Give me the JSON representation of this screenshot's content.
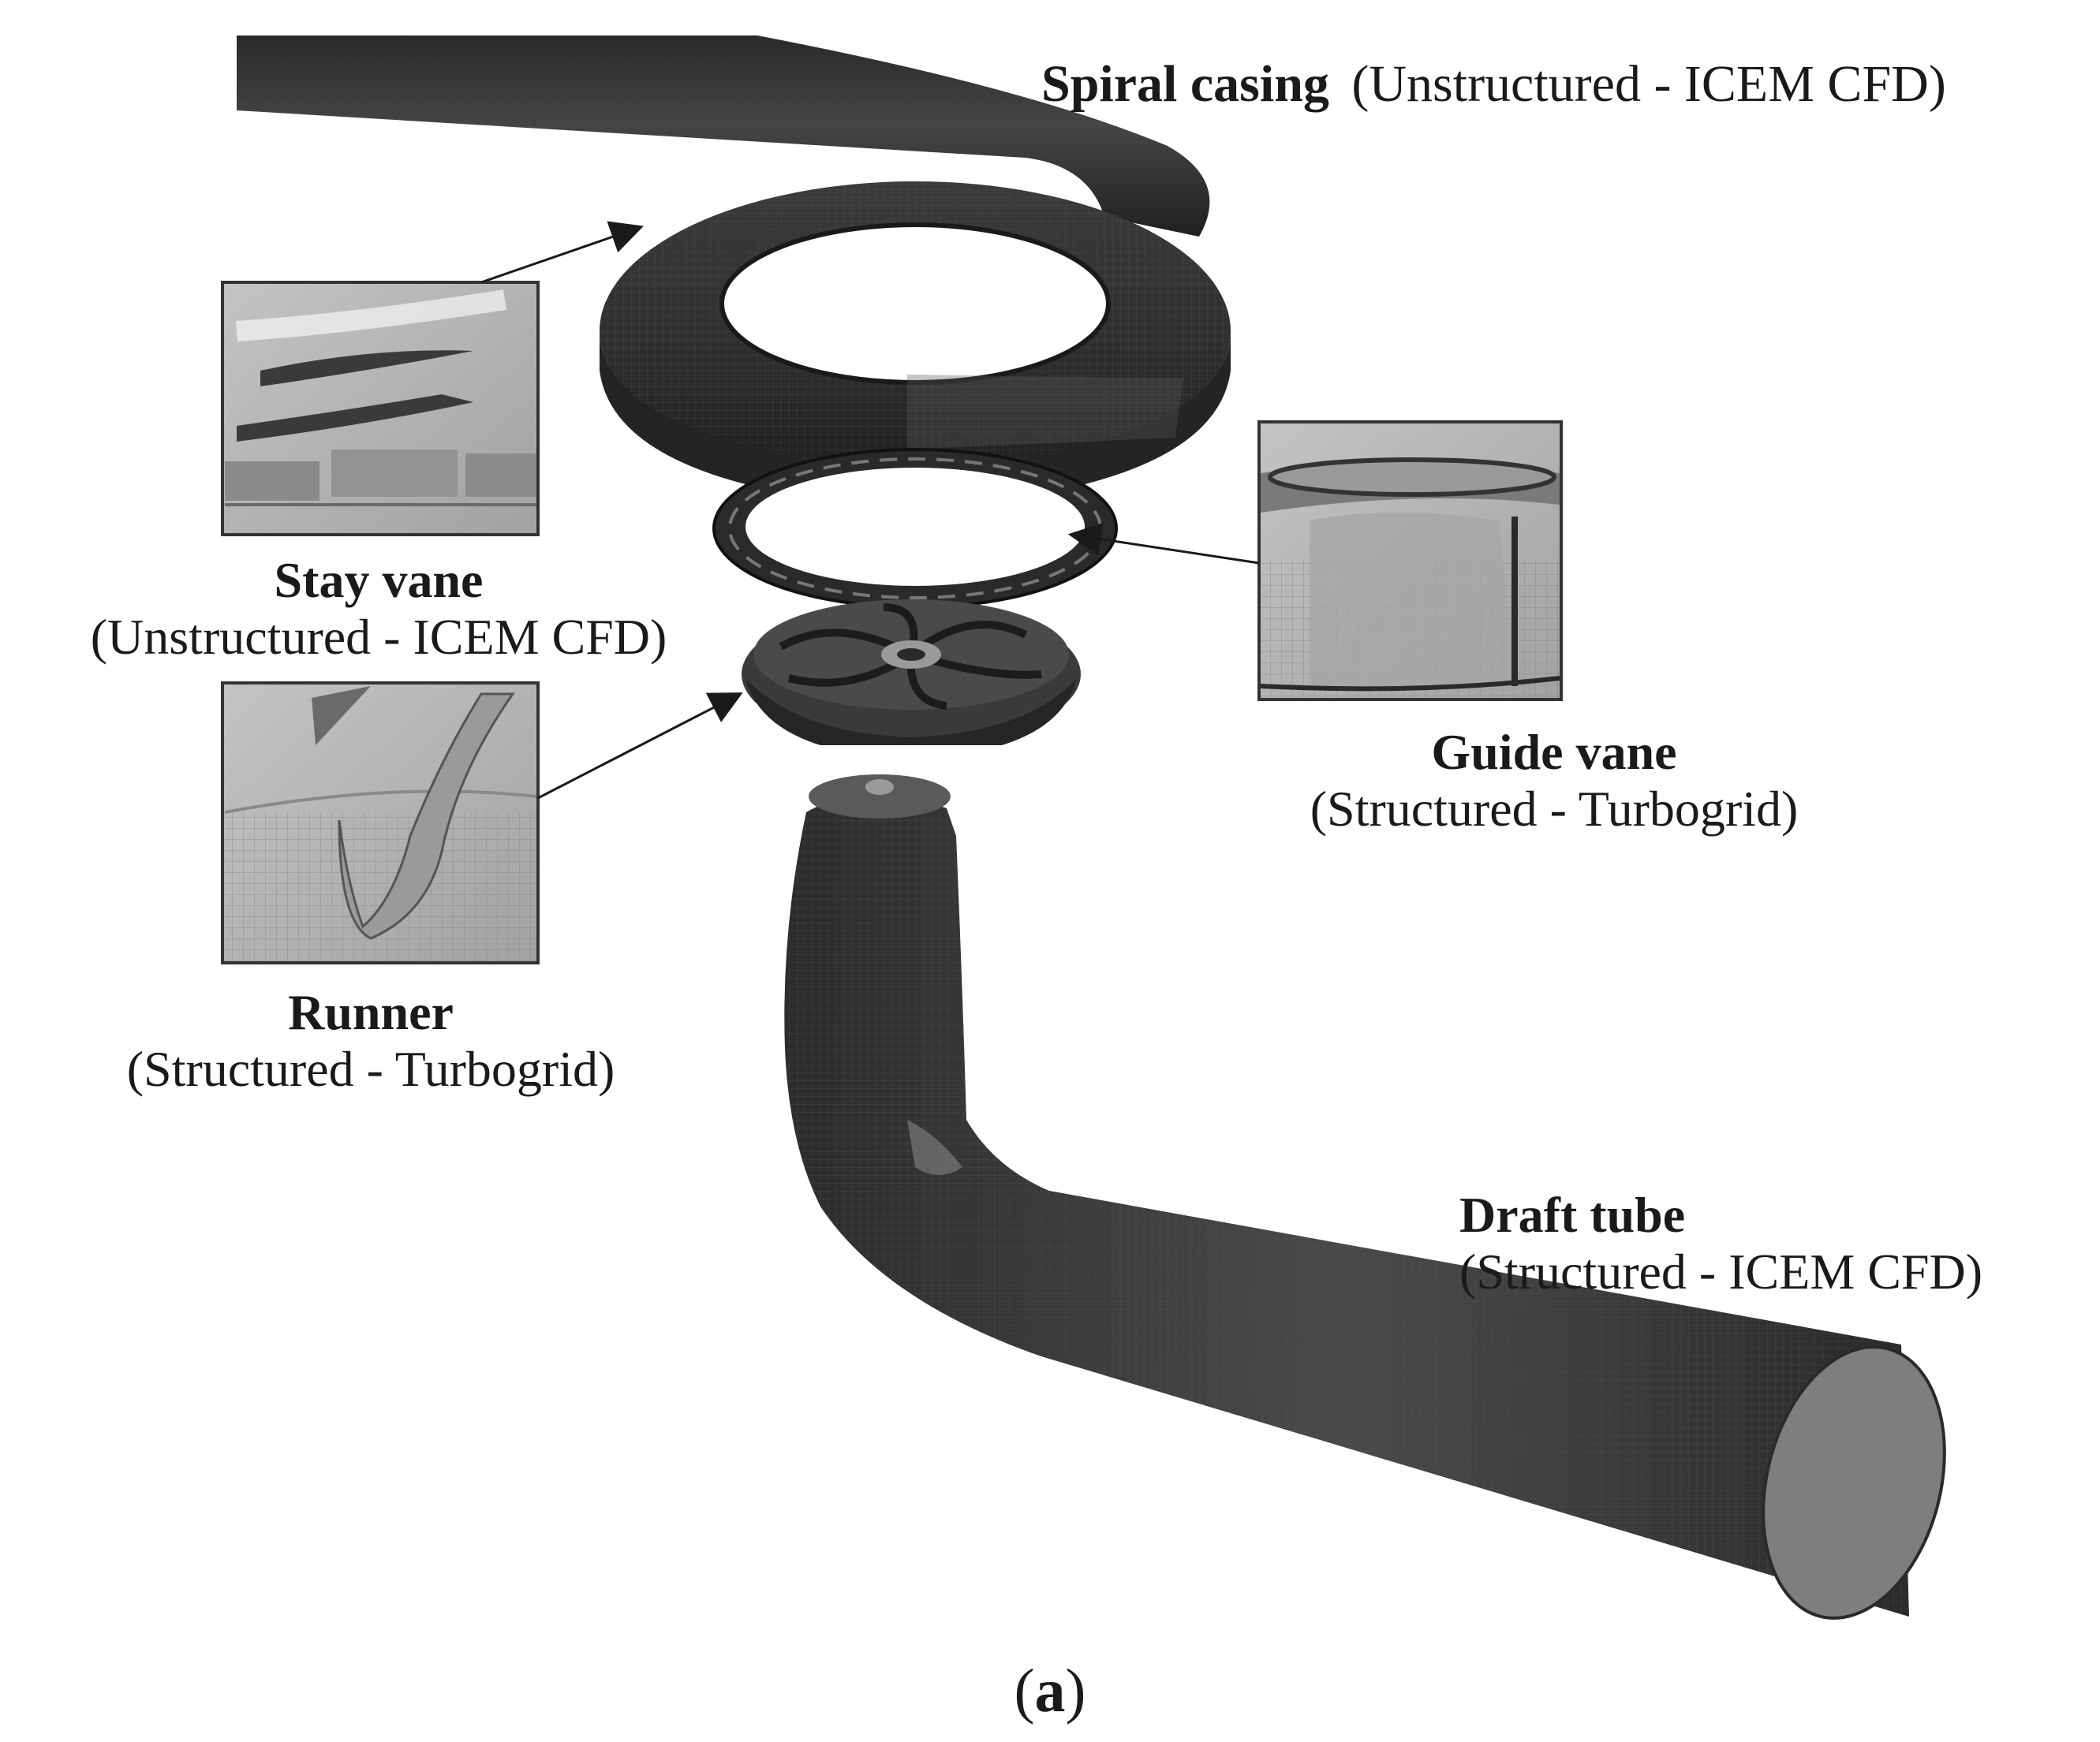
{
  "components": [
    {
      "id": "spiral-casing",
      "name": "Spiral casing",
      "mesh": "(Unstructured - ICEM CFD)"
    },
    {
      "id": "stay-vane",
      "name": "Stay vane",
      "mesh": "(Unstructured - ICEM CFD)"
    },
    {
      "id": "guide-vane",
      "name": "Guide vane",
      "mesh": "(Structured - Turbogrid)"
    },
    {
      "id": "runner",
      "name": "Runner",
      "mesh": "(Structured - Turbogrid)"
    },
    {
      "id": "draft-tube",
      "name": "Draft tube",
      "mesh": "(Structured - ICEM CFD)"
    }
  ],
  "panel_label": {
    "open": "(",
    "letter": "a",
    "close": ")"
  },
  "colors": {
    "mesh_body": "#3a3a3a",
    "mesh_dark": "#262626",
    "mesh_light": "#8a8a8a",
    "inset_background": "#b5b5b5",
    "text": "#1a1a1a"
  }
}
